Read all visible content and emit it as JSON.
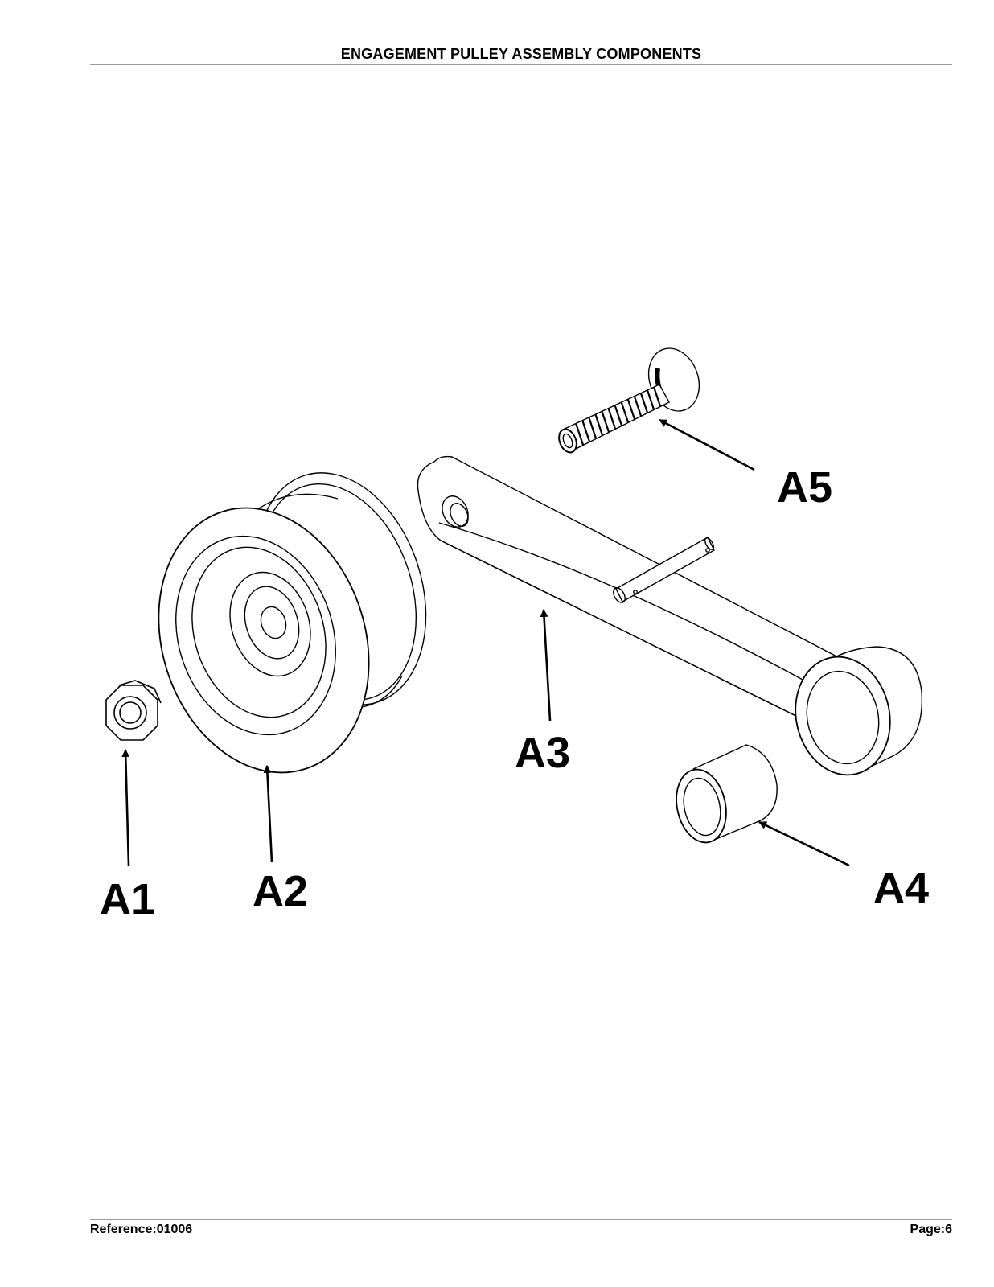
{
  "header": {
    "title": "ENGAGEMENT PULLEY ASSEMBLY COMPONENTS"
  },
  "footer": {
    "reference": "Reference:01006",
    "page": "Page:6"
  },
  "diagram": {
    "parts": [
      {
        "label": "A1",
        "icon": "hex-nut-icon"
      },
      {
        "label": "A2",
        "icon": "pulley-icon"
      },
      {
        "label": "A3",
        "icon": "idler-arm-icon"
      },
      {
        "label": "A4",
        "icon": "bushing-icon"
      },
      {
        "label": "A5",
        "icon": "bolt-icon"
      }
    ]
  },
  "colors": {
    "ink": "#000000",
    "rule": "#9a9a9a",
    "background": "#ffffff"
  }
}
